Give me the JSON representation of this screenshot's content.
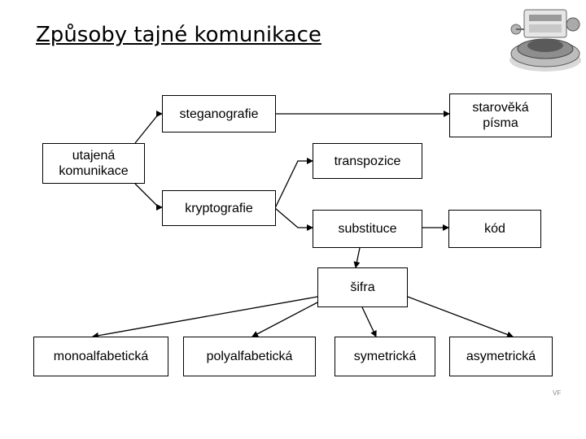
{
  "title": "Způsoby tajné komunikace",
  "nodes": {
    "utajena": "utajená\nkomunikace",
    "steganografie": "steganografie",
    "starovek": "starověká\npísma",
    "transpozice": "transpozice",
    "kryptografie": "kryptografie",
    "substituce": "substituce",
    "kod": "kód",
    "sifra": "šifra",
    "monoalfabeticka": "monoalfabetická",
    "polyalfabeticka": "polyalfabetická",
    "symetricka": "symetrická",
    "asymetricka": "asymetrická"
  },
  "footer": "VF",
  "icons": {
    "logo": "cipher-machine-icon"
  },
  "colors": {
    "line": "#000000",
    "box_border": "#000000"
  }
}
